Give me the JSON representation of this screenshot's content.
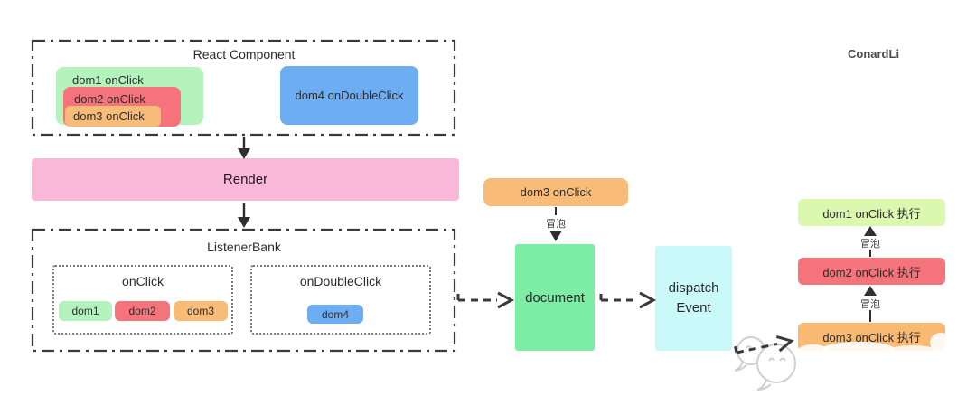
{
  "meta": {
    "author_watermark": "ConardLi"
  },
  "labels": {
    "bubble": "冒泡"
  },
  "colors": {
    "dom1_green": "#b5f3bd",
    "dom2_red": "#f5737b",
    "dom3_orange": "#f8bc78",
    "dom4_blue": "#6dadf2",
    "render_pink": "#f9b7d9",
    "document_green": "#7deda5",
    "dispatch_cyan": "#c9f9f8",
    "exec_lime": "#dcf7ae",
    "exec_orange": "#f8b973",
    "dashed_stroke": "#3a3a3a"
  },
  "react_component": {
    "title": "React Component",
    "handlers": [
      {
        "label": "dom1 onClick",
        "color": "#b5f3bd"
      },
      {
        "label": "dom2 onClick",
        "color": "#f5737b"
      },
      {
        "label": "dom3 onClick",
        "color": "#f8bc78"
      },
      {
        "label": "dom4 onDoubleClick",
        "color": "#6dadf2"
      }
    ]
  },
  "render_step": {
    "label": "Render",
    "color": "#f9b7d9"
  },
  "listener_bank": {
    "title": "ListenerBank",
    "groups": [
      {
        "title": "onClick",
        "chips": [
          {
            "label": "dom1",
            "color": "#b5f3bd"
          },
          {
            "label": "dom2",
            "color": "#f5737b"
          },
          {
            "label": "dom3",
            "color": "#f8bc78"
          }
        ]
      },
      {
        "title": "onDoubleClick",
        "chips": [
          {
            "label": "dom4",
            "color": "#6dadf2"
          }
        ]
      }
    ]
  },
  "event_flow": {
    "trigger": {
      "label": "dom3 onClick",
      "color": "#f8bc78"
    },
    "document": {
      "label": "document",
      "color": "#7deda5"
    },
    "dispatch": {
      "label": "dispatch Event",
      "color": "#c9f9f8"
    }
  },
  "execution_stack": {
    "items": [
      {
        "label": "dom1 onClick 执行",
        "color": "#dcf7ae"
      },
      {
        "label": "dom2 onClick 执行",
        "color": "#f5737b"
      },
      {
        "label": "dom3 onClick 执行",
        "color": "#f8b973"
      }
    ]
  }
}
